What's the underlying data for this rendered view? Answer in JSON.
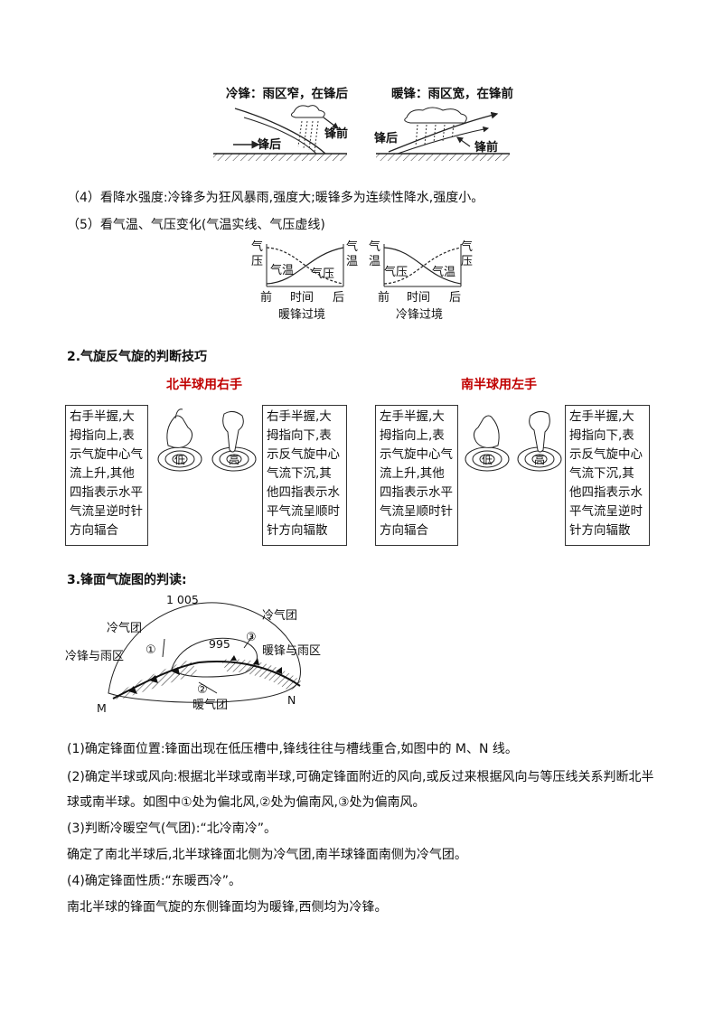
{
  "fronts": {
    "cold_title": "冷锋：雨区窄，在锋后",
    "warm_title": "暖锋：雨区宽，在锋前",
    "cold_back": "锋后",
    "cold_front": "锋前",
    "warm_back": "锋后",
    "warm_front": "锋前"
  },
  "items": {
    "p4": "（4）看降水强度:冷锋多为狂风暴雨,强度大;暖锋多为连续性降水,强度小。",
    "p5": "（5）看气温、气压变化(气温实线、气压虚线)"
  },
  "temp_charts": {
    "warm": {
      "left_label": "气压",
      "right_label": "气温",
      "inner_a": "气温",
      "inner_b": "气压",
      "x_before": "前",
      "x_mid": "时间",
      "x_after": "后",
      "caption": "暖锋过境"
    },
    "cold": {
      "left_label": "气温",
      "right_label": "气压",
      "inner_a": "气压",
      "inner_b": "气温",
      "x_before": "前",
      "x_mid": "时间",
      "x_after": "后",
      "caption": "冷锋过境"
    }
  },
  "section2": {
    "heading": "2.气旋反气旋的判断技巧",
    "north_title": "北半球用右手",
    "south_title": "南半球用左手",
    "north_left_box": "右手半握,大\n拇指向上,表\n示气旋中心气\n流上升,其他\n四指表示水平\n气流呈逆时针\n方向辐合",
    "north_right_box": "右手半握,大\n拇指向下,表\n示反气旋中心\n气流下沉,其\n他四指表示水\n平气流呈顺时\n针方向辐散",
    "south_left_box": "左手半握,大\n拇指向上,表\n示气旋中心气\n流上升,其他\n四指表示水平\n气流呈顺时针\n方向辐合",
    "south_right_box": "左手半握,大\n拇指向下,表\n示反气旋中心\n气流下沉,其\n他四指表示水\n平气流呈逆时\n针方向辐散",
    "low_label": "低",
    "high_label": "高"
  },
  "section3": {
    "heading": "3.锋面气旋图的判读:",
    "iso_1005": "1 005",
    "iso_995": "995",
    "cold_air_left": "冷气团",
    "cold_air_right": "冷气团",
    "cold_front_rain": "冷锋与雨区",
    "warm_front_rain": "暖锋与雨区",
    "warm_air": "暖气团",
    "m": "M",
    "n": "N",
    "c1": "①",
    "c2": "②",
    "c3": "③",
    "p1": "(1)确定锋面位置:锋面出现在低压槽中,锋线往往与槽线重合,如图中的 M、N 线。",
    "p2a": "(2)确定半球或风向:根据北半球或南半球,可确定锋面附近的风向,或反过来根据风向与等压线关系判断北半",
    "p2b": "球或南半球。如图中①处为偏北风,②处为偏南风,③处为偏南风。",
    "p3": "(3)判断冷暖空气(气团):“北冷南冷”。",
    "p3b": "确定了南北半球后,北半球锋面北侧为冷气团,南半球锋面南侧为冷气团。",
    "p4": "(4)确定锋面性质:“东暖西冷”。",
    "p4b": "南北半球的锋面气旋的东侧锋面均为暖锋,西侧均为冷锋。"
  }
}
